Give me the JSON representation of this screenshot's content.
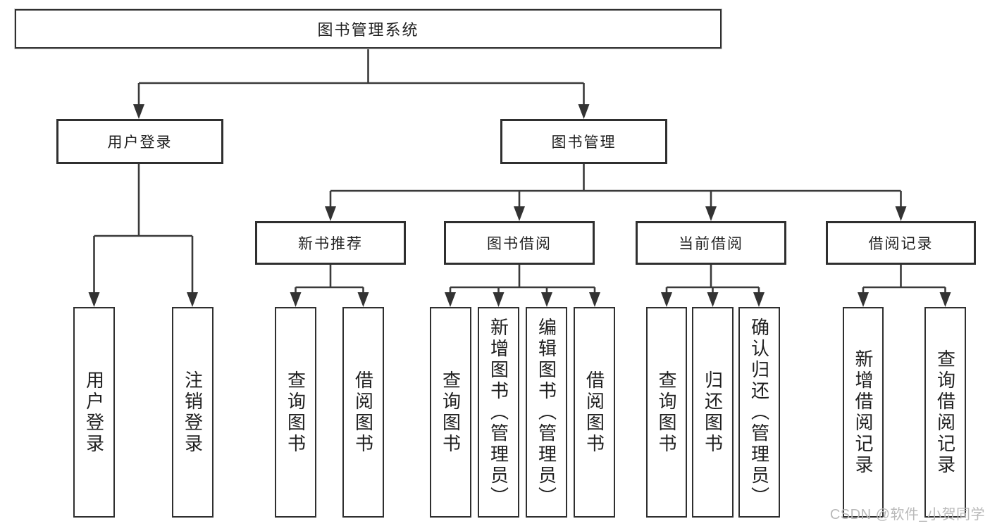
{
  "nodes": {
    "root": "图书管理系统",
    "user_login": "用户登录",
    "book_mgmt": "图书管理",
    "new_book_rec": "新书推荐",
    "book_borrow": "图书借阅",
    "current_borrow": "当前借阅",
    "borrow_record": "借阅记录",
    "ul_user_login": "用户登录",
    "ul_logout": "注销登录",
    "nbr_query_book": "查询图书",
    "nbr_borrow_book": "借阅图书",
    "bb_query_book": "查询图书",
    "bb_add_book": "新增图书（管理员）",
    "bb_edit_book": "编辑图书（管理员）",
    "bb_borrow_book": "借阅图书",
    "cb_query_book": "查询图书",
    "cb_return_book": "归还图书",
    "cb_confirm_return": "确认归还（管理员）",
    "br_add_record": "新增借阅记录",
    "br_query_record": "查询借阅记录"
  },
  "watermark": "CSDN @软件_小贺同学",
  "colors": {
    "line": "#3a3a3a",
    "border": "#2f2f2f",
    "text": "#1f1f1f",
    "watermark": "#b9b9b9",
    "background": "#ffffff"
  }
}
